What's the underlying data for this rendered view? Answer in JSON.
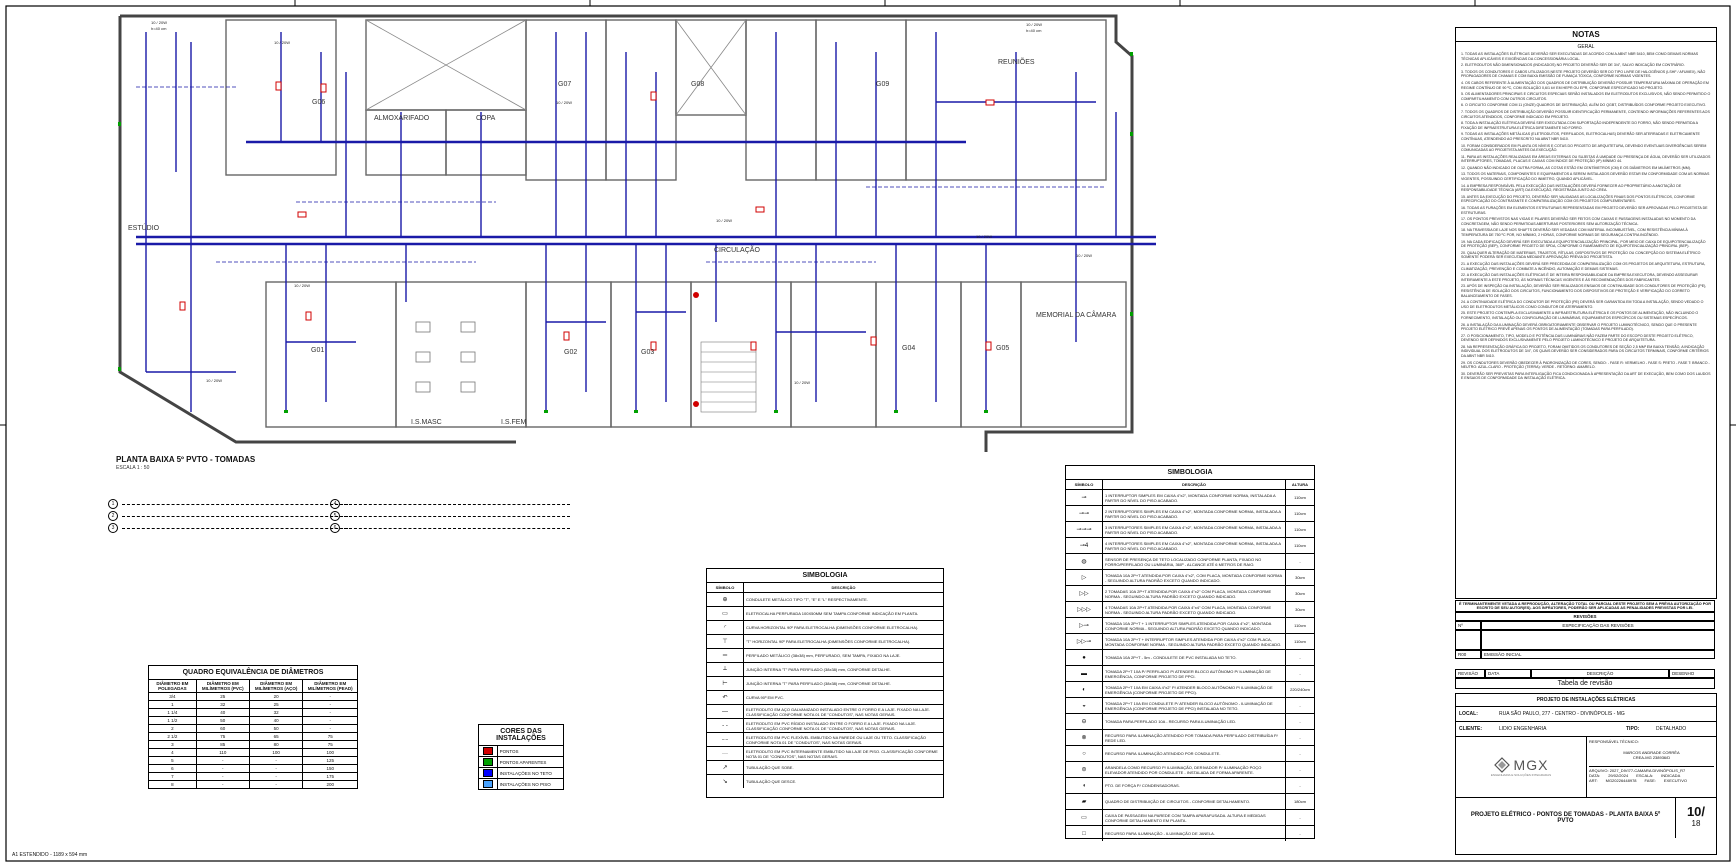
{
  "plan": {
    "title": "PLANTA BAIXA 5º PVTO - TOMADAS",
    "scale": "ESCALA 1 : 50",
    "rooms": [
      "ESTÚDIO",
      "ALMOXARIFADO",
      "COPA",
      "G07",
      "G08",
      "G09",
      "REUNIÕES",
      "G06",
      "CIRCULAÇÃO",
      "G01",
      "G02",
      "G03",
      "G04",
      "G05",
      "I.S.MASC",
      "I.S.FEM",
      "MEMORIAL DA CÂMARA"
    ],
    "circuit_label": "10 / 20W",
    "circuit_sub": "h=40 cm"
  },
  "circuit_legend": [
    "1",
    "2",
    "3",
    "4",
    "5",
    "6"
  ],
  "equiv_table": {
    "title": "QUADRO EQUIVALÊNCIA DE DIÂMETROS",
    "headers": [
      "DIÂMETRO EM POLEGADAS",
      "DIÂMETRO EM MILÍMETROS (PVC)",
      "DIÂMETRO EM MILÍMETROS (AÇO)",
      "DIÂMETRO EM MILÍMETROS (PEAD)"
    ],
    "rows": [
      [
        "3/4",
        "25",
        "20",
        "-"
      ],
      [
        "1",
        "32",
        "25",
        "-"
      ],
      [
        "1 1/4",
        "40",
        "32",
        "-"
      ],
      [
        "1 1/2",
        "50",
        "40",
        "-"
      ],
      [
        "2",
        "60",
        "50",
        "-"
      ],
      [
        "2 1/2",
        "75",
        "65",
        "75"
      ],
      [
        "3",
        "85",
        "80",
        "75"
      ],
      [
        "4",
        "110",
        "100",
        "100"
      ],
      [
        "5",
        "-",
        "-",
        "125"
      ],
      [
        "6",
        "-",
        "-",
        "150"
      ],
      [
        "7",
        "-",
        "-",
        "175"
      ],
      [
        "8",
        "-",
        "-",
        "200"
      ]
    ]
  },
  "cores": {
    "title": "CORES DAS INSTALAÇÕES",
    "items": [
      {
        "label": "PONTOS",
        "color": "#d00000"
      },
      {
        "label": "PONTOS APARENTES",
        "color": "#00a000"
      },
      {
        "label": "INSTALAÇÕES NO TETO",
        "color": "#0000ff"
      },
      {
        "label": "INSTALAÇÕES NO PISO",
        "color": "#4aa3ff"
      }
    ]
  },
  "symbology1": {
    "title": "SIMBOLOGIA",
    "col_symbol": "SÍMBOLO",
    "col_desc": "DESCRIÇÃO",
    "rows": [
      {
        "sym": "⊕",
        "desc": "CONDULETE METÁLICO TIPO \"T\", \"E\" E \"L\" RESPECTIVAMENTE."
      },
      {
        "sym": "▭",
        "desc": "ELETROCALHA PERFURADA 100X50MM SEM TAMPA CONFORME INDICAÇÃO EM PLANTA."
      },
      {
        "sym": "◜",
        "desc": "CURVA HORIZONTAL 90º PARA ELETROCALHA (DIMENSÕES CONFORME ELETROCALHA)."
      },
      {
        "sym": "⊤",
        "desc": "\"T\" HORIZONTAL 90º PARA ELETROCALHA (DIMENSÕES CONFORME ELETROCALHA)."
      },
      {
        "sym": "═",
        "desc": "PERFILADO METÁLICO (38x38) mm, PERFURADO, SEM TAMPA, FIXADO NA LAJE."
      },
      {
        "sym": "⟂",
        "desc": "JUNÇÃO INTERNA \"T\" PARA PERFILADO (38x38) mm, CONFORME DETALHE."
      },
      {
        "sym": "⊢",
        "desc": "JUNÇÃO INTERNA \"T\" PARA PERFILADO (38x38) mm, CONFORME DETALHE."
      },
      {
        "sym": "↶",
        "desc": "CURVA 90º EM PVC."
      },
      {
        "sym": "—",
        "desc": "ELETRODUTO EM AÇO GALVANIZADO INSTALADO ENTRE O FORRO E A LAJE. FIXADO NA LAJE. CLASSIFICAÇÃO CONFORME NOTA 01 DE \"CONDUTOS\", NAS NOTAS GERAIS."
      },
      {
        "sym": "- -",
        "desc": "ELETRODUTO EM PVC RÍGIDO INSTALADO ENTRE O FORRO E A LAJE. FIXADO NA LAJE. CLASSIFICAÇÃO CONFORME NOTA 01 DE \"CONDUTOS\", NAS NOTAS GERAIS."
      },
      {
        "sym": "-·-",
        "desc": "ELETRODUTO EM PVC FLEXÍVEL EMBUTIDO NA PAREDE OU LAJE OU TETO. CLASSIFICAÇÃO CONFORME NOTA 01 DE \"CONDUTOS\", NAS NOTAS GERAIS."
      },
      {
        "sym": "···",
        "desc": "ELETRODUTO EM PVC INTERNAMENTE EMBUTIDO NA LAJE DE PISO. CLASSIFICAÇÃO CONFORME NOTA 01 DE \"CONDUTOS\", NAS NOTAS GERAIS."
      },
      {
        "sym": "↗",
        "desc": "TUBULAÇÃO QUE SOBE."
      },
      {
        "sym": "↘",
        "desc": "TUBULAÇÃO QUE DESCE."
      }
    ]
  },
  "symbology2": {
    "title": "SIMBOLOGIA",
    "col_symbol": "SÍMBOLO",
    "col_desc": "DESCRIÇÃO",
    "col_alt": "ALTURA",
    "rows": [
      {
        "sym": "⊸",
        "desc": "1 INTERRUPTOR SIMPLES EM CAIXA 4\"x2\", MONTADA CONFORME NORMA, INSTALADA A PARTIR DO NÍVEL DO PISO ACABADO.",
        "alt": "110cm"
      },
      {
        "sym": "⊸⊸",
        "desc": "2 INTERRUPTORES SIMPLES EM CAIXA 4\"x2\", MONTADA CONFORME NORMA, INSTALADA A PARTIR DO NÍVEL DO PISO ACABADO.",
        "alt": "110cm"
      },
      {
        "sym": "⊸⊸⊸",
        "desc": "3 INTERRUPTORES SIMPLES EM CAIXA 4\"x2\", MONTADA CONFORME NORMA, INSTALADA A PARTIR DO NÍVEL DO PISO ACABADO.",
        "alt": "110cm"
      },
      {
        "sym": "⊸4",
        "desc": "4 INTERRUPTORES SIMPLES EM CAIXA 4\"x2\", MONTADA CONFORME NORMA, INSTALADA A PARTIR DO NÍVEL DO PISO ACABADO.",
        "alt": "110cm"
      },
      {
        "sym": "◍",
        "desc": "SENSOR DE PRESENÇA DE TETO LOCALIZADO CONFORME PLANTA, FIXADO NO FORRO/PERFILADO OU LUMINÁRIA, 360º - ALCANCE ATÉ 6 METROS DE RAIO.",
        "alt": "-"
      },
      {
        "sym": "▷",
        "desc": "TOMADA 10A 2P+T ATENDIDA POR CAIXA 4\"x2\", COM PLACA, MONTADA CONFORME NORMA - SEGUINDO ALTURA PADRÃO EXCETO QUANDO INDICADO.",
        "alt": "30cm"
      },
      {
        "sym": "▷▷",
        "desc": "2 TOMADAS 10A 2P+T ATENDIDA POR CAIXA 4\"x2\" COM PLACA, MONTADA CONFORME NORMA - SEGUINDO ALTURA PADRÃO EXCETO QUANDO INDICADO.",
        "alt": "30cm"
      },
      {
        "sym": "▷▷▷",
        "desc": "4 TOMADAS 10A 2P+T ATENDIDA POR CAIXA 4\"x4\" COM PLACA, MONTADA CONFORME NORMA - SEGUINDO ALTURA PADRÃO EXCETO QUANDO INDICADO.",
        "alt": "30cm"
      },
      {
        "sym": "▷⊸",
        "desc": "TOMADA 10A 2P+T + 1 INTERRUPTOR SIMPLES ATENDIDA POR CAIXA 4\"x2\", MONTADA CONFORME NORMA - SEGUINDO ALTURA PADRÃO EXCETO QUANDO INDICADO.",
        "alt": "110cm"
      },
      {
        "sym": "▷▷⊸",
        "desc": "TOMADA 10A 2P+T + INTERRUPTOR SIMPLES ATENDIDA POR CAIXA 4\"x2\" COM PLACA, MONTADA CONFORME NORMA - SEGUINDO ALTURA PADRÃO EXCETO QUANDO INDICADO.",
        "alt": "110cm"
      },
      {
        "sym": "●",
        "desc": "TOMADA 10A 2P+T - 5m - CONDULETE DE PVC INSTALADA NO TETO.",
        "alt": "-"
      },
      {
        "sym": "▬",
        "desc": "TOMADA 2P+T 10A P/ PERFILADO P/ ATENDER BLOCO AUTÔNOMO P/ ILUMINAÇÃO DE EMERGÊNCIA, CONFORME PROJETO DE PPCI.",
        "alt": "-"
      },
      {
        "sym": "◐",
        "desc": "TOMADA 2P+T 10A EM CAIXA 4\"x2\" P/ ATENDER BLOCO AUTÔNOMO P/ ILUMINAÇÃO DE EMERGÊNCIA (CONFORME PROJETO DE PPCI).",
        "alt": "220/240cm"
      },
      {
        "sym": "◒",
        "desc": "TOMADA 2P+T 10A EM CONDULETE P/ ATENDER BLOCO AUTÔNOMO - ILUMINAÇÃO DE EMERGÊNCIA (CONFORME PROJETO DE PPCI) INSTALADA NO TETO.",
        "alt": "-"
      },
      {
        "sym": "⊖",
        "desc": "TOMADA PARA PERFILADO 10A - RECURSO PARA ILUMINAÇÃO LED.",
        "alt": "-"
      },
      {
        "sym": "⊗",
        "desc": "RECURSO PARA ILUMINAÇÃO ATENDIDO POR TOMADA PARA PERFILADO DISTRIBUÍDA P/ REDE LED.",
        "alt": "-"
      },
      {
        "sym": "○",
        "desc": "RECURSO PARA ILUMINAÇÃO ATENDIDO POR CONDULETE.",
        "alt": "-"
      },
      {
        "sym": "⊜",
        "desc": "ARANDELA COMO RECURSO P/ ILUMINAÇÃO, DERIVADOR P/ ILUMINAÇÃO POÇO ELEVADOR ATENDIDO POR CONDULETE - INSTALADA DE FORMA APARENTE.",
        "alt": "-"
      },
      {
        "sym": "◖",
        "desc": "PTO. DE FORÇA P/ CONDENSADORAS.",
        "alt": "-"
      },
      {
        "sym": "▰",
        "desc": "QUADRO DE DISTRIBUIÇÃO DE CIRCUITOS - CONFORME DETALHAMENTO.",
        "alt": "180cm"
      },
      {
        "sym": "▭",
        "desc": "CAIXA DE PASSAGEM NA PAREDE COM TAMPA APARAFUSADA. ALTURA E MEDIDAS CONFORME DETALHAMENTO EM PLANTA.",
        "alt": "-"
      },
      {
        "sym": "□",
        "desc": "RECURSO PARA ILUMINAÇÃO - ILUMINAÇÃO DE JANELA.",
        "alt": "-"
      }
    ]
  },
  "notes": {
    "title": "NOTAS",
    "subtitle": "GERAL",
    "paragraphs": [
      "1. TODAS AS INSTALAÇÕES ELÉTRICAS DEVERÃO SER EXECUTADAS DE ACORDO COM A ABNT NBR 5410, BEM COMO DEMAIS NORMAS TÉCNICAS APLICÁVEIS E EXIGÊNCIAS DA CONCESSIONÁRIA LOCAL.",
      "2. ELETRODUTOS NÃO DIMENSIONADOS (INDICADOS) NO PROJETO DEVERÃO SER DE 3/4\", SALVO INDICAÇÃO EM CONTRÁRIO.",
      "3. TODOS OS CONDUTORES E CABOS UTILIZADOS NESTE PROJETO DEVERÃO SER DO TIPO LIVRE DE HALOGÊNIOS (LSHF / AFUMEX), NÃO PROPAGADORES DE CHAMAS E COM BAIXA EMISSÃO DE FUMAÇA TÓXICA, CONFORME NORMAS VIGENTES.",
      "4. OS CABOS REFERENTE À ALIMENTAÇÃO DOS QUADROS DE DISTRIBUIÇÃO DEVERÃO POSSUIR TEMPERATURA MÁXIMA DE OPERAÇÃO EM REGIME CONTÍNUO DE 90 ºC, COM ISOLAÇÃO 0,6/1 kV EM HEPR OU EPR, CONFORME ESPECIFICADO NO PROJETO.",
      "5. OS ALIMENTADORES PRINCIPAIS E CIRCUITOS ESPECIAIS SERÃO INSTALADOS EM ELETRODUTOS EXCLUSIVOS, NÃO SENDO PERMITIDO O COMPARTILHAMENTO COM OUTROS CIRCUITOS.",
      "6. O CIRCUITO CONFORME COM 11 (ONZE) QUADROS DE DISTRIBUIÇÃO, ALÉM DO QGBT, DISTRIBUÍDOS CONFORME PROJETO EXECUTIVO.",
      "7. TODOS OS QUADROS DE DISTRIBUIÇÃO DEVERÃO POSSUIR IDENTIFICAÇÃO PERMANENTE, CONTENDO INFORMAÇÕES REFERENTES AOS CIRCUITOS ATENDIDOS, CONFORME INDICADO EM PROJETO.",
      "8. TODA A INSTALAÇÃO ELÉTRICA DEVERÁ SER EXECUTADA COM SUPORTAÇÃO INDEPENDENTE DO FORRO, NÃO SENDO PERMITIDA A FIXAÇÃO DE INFRAESTRUTURA ELÉTRICA DIRETAMENTE NO FORRO.",
      "9. TODAS AS INSTALAÇÕES METÁLICAS (ELETRODUTOS, PERFILADOS, ELETROCALHAS) DEVERÃO SER ATERRADAS E ELETRICAMENTE CONTÍNUAS, ATENDENDO AO PRESCRITO NA ABNT NBR 5410.",
      "10. FORAM CONSIDERADOS EM PLANTA OS NÍVEIS E COTAS DO PROJETO DE ARQUITETURA, DEVENDO EVENTUAIS DIVERGÊNCIAS SEREM COMUNICADAS AO PROJETISTA ANTES DA EXECUÇÃO.",
      "11. PARA AS INSTALAÇÕES REALIZADAS EM ÁREAS EXTERNAS OU SUJEITAS À UMIDADE OU PRESENÇA DE ÁGUA, DEVERÃO SER UTILIZADOS INTERRUPTORES, TOMADAS, PLACAS E CAIXAS COM ÍNDICE DE PROTEÇÃO (IP) MÍNIMO 44.",
      "12. QUANDO NÃO INDICADO DE OUTRA FORMA, AS COTAS ESTÃO EM CENTÍMETROS (CM) E OS DIÂMETROS EM MILÍMETROS (MM).",
      "13. TODOS OS MATERIAIS, COMPONENTES E EQUIPAMENTOS A SEREM INSTALADOS DEVERÃO ESTAR EM CONFORMIDADE COM AS NORMAS VIGENTES, POSSUINDO CERTIFICAÇÃO DO INMETRO, QUANDO APLICÁVEL.",
      "14. A EMPRESA RESPONSÁVEL PELA EXECUÇÃO DAS INSTALAÇÕES DEVERÁ FORNECER AO PROPRIETÁRIO A ANOTAÇÃO DE RESPONSABILIDADE TÉCNICA (ART) DA EXECUÇÃO, REGISTRADA JUNTO AO CREA.",
      "15. ANTES DA EXECUÇÃO DO PROJETO, DEVERÃO SER VALIDADAS AS LOCALIZAÇÕES FINAIS DOS PONTOS ELÉTRICOS, CONFORME ESPECIFICAÇÃO DO CONTRATANTE E COMPATIBILIZAÇÃO COM OS PROJETOS COMPLEMENTARES.",
      "16. TODAS AS FURAÇÕES EM ELEMENTOS ESTRUTURAIS REPRESENTADAS EM PROJETO DEVERÃO SER APROVADAS PELO PROJETISTA DE ESTRUTURAS.",
      "17. OS PONTOS PREVISTOS NAS VIGAS E PILARES DEVERÃO SER FEITOS COM CAIXAS E PASSAGENS INSTALADAS NO MOMENTO DA CONCRETAGEM, NÃO SENDO PERMITIDAS ABERTURAS POSTERIORES SEM AUTORIZAÇÃO TÉCNICA.",
      "18. NA TRAVESSIA DE LAJE NOS SHAFTS DEVERÃO SER VEDADAS COM MATERIAL INCOMBUSTÍVEL, COM RESISTÊNCIA MÍNIMA À TEMPERATURA DE 750 ºC POR, NO MÍNIMO, 2 HORAS, CONFORME NORMAS DE SEGURANÇA CONTRA INCÊNDIO.",
      "19. NA CADA EDIFICAÇÃO DEVERÁ SER EXECUTADA A EQUIPOTENCIALIZAÇÃO PRINCIPAL, POR MEIO DE CAIXA DE EQUIPOTENCIALIZAÇÃO DE PROTEÇÃO (BEP), CONFORME PROJETO DE SPDA, CONFORME O RAMEAMENTO DE EQUIPOTENCIALIZAÇÃO PRINCIPAL (BEP).",
      "20. QUALQUER ALTERAÇÃO DE MATERIAIS, TRAJETOS, RÍTULAS, DISPOSITIVOS DE PROTEÇÃO OU CONCEPÇÃO DO SISTEMA ELÉTRICO SOMENTE PODERÁ SER EXECUTADA MEDIANTE APROVAÇÃO PRÉVIA DO PROJETISTA.",
      "21. A EXECUÇÃO DAS INSTALAÇÕES DEVERÁ SER PRECEDIDA DE COMPATIBILIZAÇÃO COM OS PROJETOS DE ARQUITETURA, ESTRUTURA, CLIMATIZAÇÃO, PREVENÇÃO E COMBATE A INCÊNDIO, AUTOMAÇÃO E DEMAIS SISTEMAS.",
      "22. A EXECUÇÃO DAS INSTALAÇÕES ELÉTRICAS É DE INTEIRA RESPONSABILIDADE DA EMPRESA EXECUTORA, DEVENDO ASSEGURAR INTEIRAMENTE A ESTE PROJETO, ÀS NORMAS TÉCNICAS VIGENTES E ÀS RECOMENDAÇÕES DOS FABRICANTES.",
      "23. APÓS DE INSPEÇÃO DA INSTALAÇÃO, DEVERÃO SER REALIZADOS ENSAIOS DE CONTINUIDADE DOS CONDUTORES DE PROTEÇÃO (PE), RESISTÊNCIA DE ISOLAÇÃO DOS CIRCUITOS, FUNCIONAMENTO DOS DISPOSITIVOS DE PROTEÇÃO E VERIFICAÇÃO DO CORRETO BALANCEAMENTO DE FASES.",
      "24. A CONTINUIDADE ELÉTRICA DO CONDUTOR DE PROTEÇÃO (PE) DEVERÁ SER GARANTIDA EM TODA A INSTALAÇÃO, SENDO VEDADO O USO DE ELETRODUTOS METÁLICOS COMO CONDUTOR DE ATERRAMENTO.",
      "25. ESTE PROJETO CONTEMPLA EXCLUSIVAMENTE A INFRAESTRUTURA ELÉTRICA E OS PONTOS DE ALIMENTAÇÃO, NÃO INCLUINDO O FORNECIMENTO, INSTALAÇÃO OU CONFIGURAÇÃO DE LUMINÁRIAS, EQUIPAMENTOS ESPECÍFICOS OU SISTEMAS ESPECÍFICOS.",
      "26. A INSTALAÇÃO DA ILUMINAÇÃO DEVERÁ OBRIGATORIAMENTE OBSERVAR O PROJETO LUMINOTÉCNICO, SENDO QUE O PRESENTE PROJETO ELÉTRICO PREVÊ APENAS OS PONTOS DE ALIMENTAÇÃO (TOMADAS PARA PERFILADO).",
      "27. O POSICIONAMENTO, TIPO, MODELO E POTÊNCIA DAS LUMINÁRIAS NÃO FAZEM PARTE DO ESCOPO DESTE PROJETO ELÉTRICO, DEVENDO SER DEFINIDOS EXCLUSIVAMENTE PELO PROJETO LUMINOTÉCNICO E PROJETO DE ARQUITETURA.",
      "28. NA REPRESENTAÇÃO GRÁFICA DO PROJETO, FORAM OMITIDOS OS CONDUTORES DE SEÇÃO 2,5 MM² EM BAIXA TENSÃO, A INDICAÇÃO INDIVIDUAL DOS ELETRODUTOS DE 3/4\", OS QUAIS DEVERÃO SER CONSIDERADOS PARA OS CIRCUITOS TERMINAIS, CONFORME CRITÉRIOS DA ABNT NBR 5410.",
      "29. OS CONDUTORES DEVERÃO OBEDECER À PADRONIZAÇÃO DE CORES, SENDO: - FASE R: VERMELHO - FASE S: PRETO - FASE T: BRANCO - NEUTRO: AZUL-CLARO - PROTEÇÃO (TERRA): VERDE - RETORNO: AMARELO.",
      "30. DEVERÃO SER PREVISTAS PARA INTERLIGAÇÃO FICA CONDICIONADA À APRESENTAÇÃO DA ART DE EXECUÇÃO, BEM COMO DOS LAUDOS E ENSAIOS DE CONFORMIDADE DA INSTALAÇÃO ELÉTRICA."
    ]
  },
  "revisions": {
    "warning": "É TERMINANTEMENTE VETADA A REPRODUÇÃO, ALTERAÇÃO TOTAL OU PARCIAL DESTE PROJETO SEM A PRÉVIA AUTORIZAÇÃO POR ESCRITO DE SEU AUTOR(ES). AOS INFRATORES, PODERÃO SER APLICADAS AS PENALIDADES PREVISTAS POR LEI.",
    "heading": "REVISÕES",
    "col_num": "Nº",
    "col_spec": "ESPECIFICAÇÃO DAS REVISÕES",
    "row_num": "R00",
    "row_text": "EMISSÃO INICIAL",
    "table_cols": [
      "REVISÃO",
      "DATA",
      "DESCRIÇÃO",
      "DESENHO"
    ],
    "table_title": "Tabela de revisão"
  },
  "titleblock": {
    "project_name": "PROJETO DE INSTALAÇÕES ELÉTRICAS",
    "local_label": "LOCAL:",
    "local_value": "RUA SÃO PAULO, 277 - CENTRO - DIVINÓPOLIS - MG",
    "cliente_label": "CLIENTE:",
    "cliente_value": "LIDIO ENGENHARIA",
    "tipo_label": "TIPO:",
    "tipo_value": "DETALHADO",
    "logo": "MGX",
    "logo_sub": "ENGENHARIA E SOLUÇÕES INTEGRADAS",
    "resp_label": "RESPONSÁVEL TÉCNICO:",
    "resp_name": "MARCOS ANDRADE CORRÊA",
    "resp_crea": "CREA-MG 238936/D",
    "arquivo_label": "ARQUIVO:",
    "arquivo_value": "2027_DIVI77-CAMARA DIVINÓPOLIS_R7",
    "data_label": "DATA:",
    "data_value": "29/02/2024",
    "escala_label": "ESCALA:",
    "escala_value": "INDICADA",
    "art_label": "ART:",
    "art_value": "MG20226448978",
    "fase_label": "FASE:",
    "fase_value": "EXECUTIVO",
    "drawing_title": "PROJETO ELÉTRICO - PONTOS DE TOMADAS - PLANTA BAIXA 5º PVTO",
    "sheet": "10/",
    "sheet_total": "18"
  },
  "footer": "A1 ESTENDIDO - 1189 x 594 mm"
}
